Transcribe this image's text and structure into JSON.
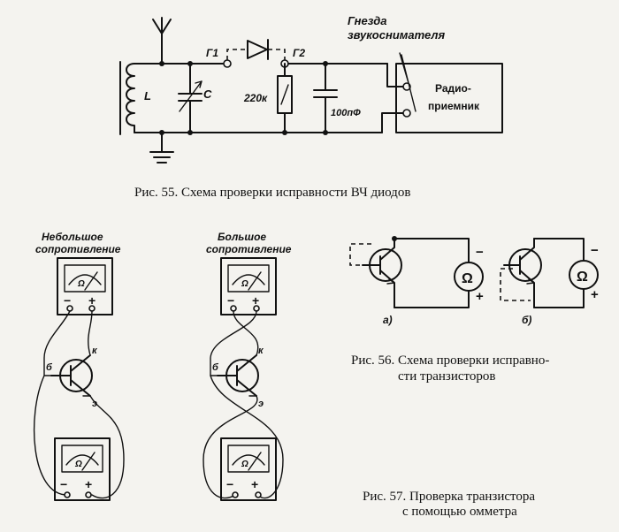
{
  "fig55": {
    "antenna_L": "L",
    "capacitor_C": "C",
    "jack_g1": "Г1",
    "jack_g2": "Г2",
    "resistor": "220к",
    "capacitor_out": "100пФ",
    "pickup_label_1": "Гнезда",
    "pickup_label_2": "звукоснимателя",
    "receiver_1": "Радио-",
    "receiver_2": "приемник",
    "caption": "Рис. 55. Схема проверки исправности ВЧ диодов"
  },
  "fig56": {
    "label_a": "а)",
    "label_b": "б)",
    "ohm": "Ω",
    "minus": "−",
    "plus": "+",
    "caption_1": "Рис. 56. Схема проверки исправно-",
    "caption_2": "сти транзисторов"
  },
  "fig57": {
    "left_title_1": "Небольшое",
    "left_title_2": "сопротивление",
    "right_title_1": "Большое",
    "right_title_2": "сопротивление",
    "meter_symbol": "Ω",
    "minus": "−",
    "plus": "+",
    "pin_k": "к",
    "pin_b": "б",
    "pin_e": "э",
    "caption_1": "Рис. 57. Проверка транзистора",
    "caption_2": "с помощью омметра"
  }
}
